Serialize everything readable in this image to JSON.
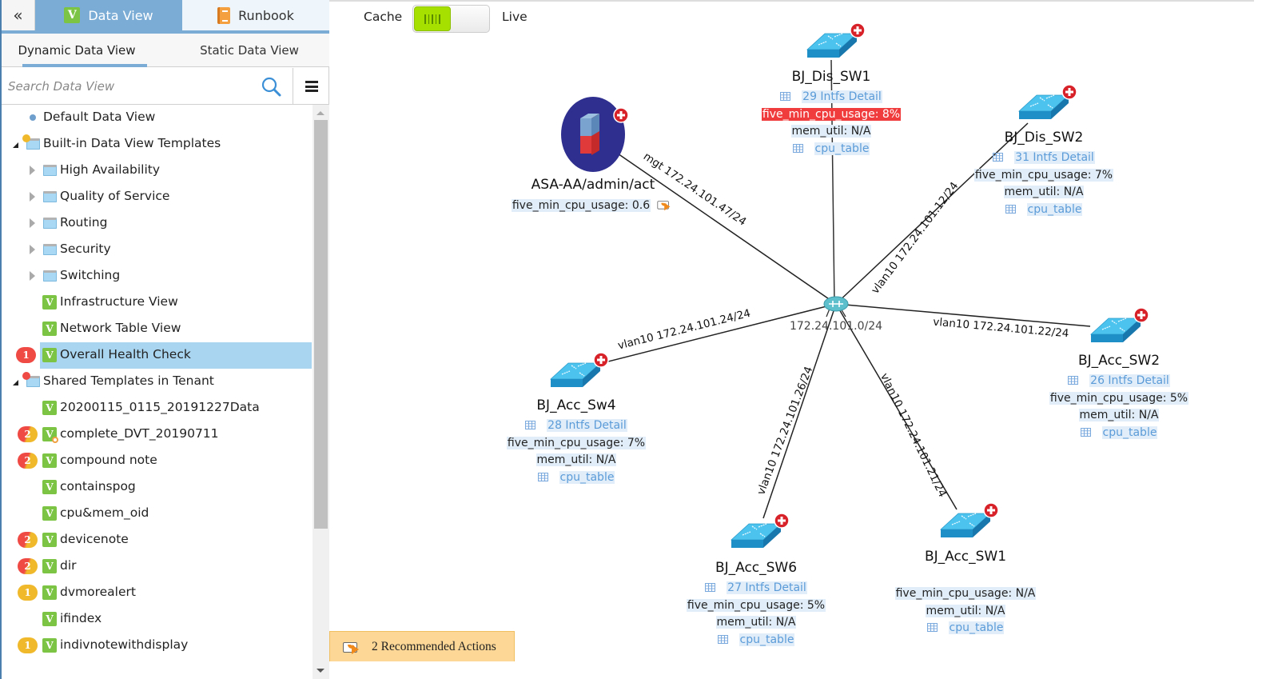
{
  "sidebar": {
    "collapse_label": "«",
    "tabs": [
      {
        "label": "Data View",
        "icon": "v-icon",
        "active": true
      },
      {
        "label": "Runbook",
        "icon": "notebook-icon",
        "active": false
      }
    ],
    "subtabs": [
      {
        "label": "Dynamic Data View",
        "active": true
      },
      {
        "label": "Static Data View",
        "active": false
      }
    ],
    "search": {
      "placeholder": "Search Data View",
      "value": ""
    },
    "tree": [
      {
        "label": "Default Data View",
        "type": "dot",
        "level": 0
      },
      {
        "label": "Built-in Data View Templates",
        "type": "folder",
        "level": 0,
        "expanded": true,
        "status_color": "#f0b92c"
      },
      {
        "label": "High Availability",
        "type": "folder",
        "level": 1,
        "expanded": false
      },
      {
        "label": "Quality of Service",
        "type": "folder",
        "level": 1,
        "expanded": false
      },
      {
        "label": "Routing",
        "type": "folder",
        "level": 1,
        "expanded": false
      },
      {
        "label": "Security",
        "type": "folder",
        "level": 1,
        "expanded": false
      },
      {
        "label": "Switching",
        "type": "folder",
        "level": 1,
        "expanded": false
      },
      {
        "label": "Infrastructure View",
        "type": "view",
        "level": 1
      },
      {
        "label": "Network Table View",
        "type": "view",
        "level": 1
      },
      {
        "label": "Overall Health Check",
        "type": "view",
        "level": 1,
        "selected": true,
        "badge": "1",
        "badge_style": "red"
      },
      {
        "label": "Shared Templates in Tenant",
        "type": "folder",
        "level": 0,
        "expanded": true,
        "status_color": "#f04a45"
      },
      {
        "label": "20200115_0115_20191227Data",
        "type": "view",
        "level": 1
      },
      {
        "label": "complete_DVT_20190711",
        "type": "view",
        "level": 1,
        "badge": "2",
        "badge_style": "mixed",
        "sub_status": true
      },
      {
        "label": "compound note",
        "type": "view",
        "level": 1,
        "badge": "2",
        "badge_style": "mixed"
      },
      {
        "label": "containspog",
        "type": "view",
        "level": 1
      },
      {
        "label": "cpu&mem_oid",
        "type": "view",
        "level": 1
      },
      {
        "label": "devicenote",
        "type": "view",
        "level": 1,
        "badge": "2",
        "badge_style": "mixed"
      },
      {
        "label": "dir",
        "type": "view",
        "level": 1,
        "badge": "2",
        "badge_style": "mixed"
      },
      {
        "label": "dvmorealert",
        "type": "view",
        "level": 1,
        "badge": "1",
        "badge_style": "yellow"
      },
      {
        "label": "ifindex",
        "type": "view",
        "level": 1
      },
      {
        "label": "indivnotewithdisplay",
        "type": "view",
        "level": 1,
        "badge": "1",
        "badge_style": "yellow"
      }
    ]
  },
  "toolbar": {
    "cache_label": "Cache",
    "live_label": "Live",
    "mode": "Cache"
  },
  "topology": {
    "hub": {
      "label": "172.24.101.0/24"
    },
    "nodes": [
      {
        "id": "asa",
        "name": "ASA-AA/admin/act",
        "type": "firewall",
        "rows": [
          {
            "text": "five_min_cpu_usage: 0.6",
            "kind": "metric",
            "action_icon": true
          }
        ]
      },
      {
        "id": "dis1",
        "name": "BJ_Dis_SW1",
        "type": "switch",
        "rows": [
          {
            "text": "29 Intfs Detail",
            "kind": "link"
          },
          {
            "text": "five_min_cpu_usage: 8%",
            "kind": "alert"
          },
          {
            "text": "mem_util: N/A",
            "kind": "metric"
          },
          {
            "text": "cpu_table",
            "kind": "link"
          }
        ]
      },
      {
        "id": "dis2",
        "name": "BJ_Dis_SW2",
        "type": "switch",
        "rows": [
          {
            "text": "31 Intfs Detail",
            "kind": "link"
          },
          {
            "text": "five_min_cpu_usage: 7%",
            "kind": "metric"
          },
          {
            "text": "mem_util: N/A",
            "kind": "metric"
          },
          {
            "text": "cpu_table",
            "kind": "link"
          }
        ]
      },
      {
        "id": "acc2",
        "name": "BJ_Acc_SW2",
        "type": "switch",
        "rows": [
          {
            "text": "26 Intfs Detail",
            "kind": "link"
          },
          {
            "text": "five_min_cpu_usage: 5%",
            "kind": "metric"
          },
          {
            "text": "mem_util: N/A",
            "kind": "metric"
          },
          {
            "text": "cpu_table",
            "kind": "link"
          }
        ]
      },
      {
        "id": "acc4",
        "name": "BJ_Acc_Sw4",
        "type": "switch",
        "rows": [
          {
            "text": "28 Intfs Detail",
            "kind": "link"
          },
          {
            "text": "five_min_cpu_usage: 7%",
            "kind": "metric"
          },
          {
            "text": "mem_util: N/A",
            "kind": "metric"
          },
          {
            "text": "cpu_table",
            "kind": "link"
          }
        ]
      },
      {
        "id": "acc6",
        "name": "BJ_Acc_SW6",
        "type": "switch",
        "rows": [
          {
            "text": "27 Intfs Detail",
            "kind": "link"
          },
          {
            "text": "five_min_cpu_usage: 5%",
            "kind": "metric"
          },
          {
            "text": "mem_util: N/A",
            "kind": "metric"
          },
          {
            "text": "cpu_table",
            "kind": "link"
          }
        ]
      },
      {
        "id": "acc1",
        "name": "BJ_Acc_SW1",
        "type": "switch",
        "rows": [
          {
            "text": "five_min_cpu_usage: N/A",
            "kind": "metric"
          },
          {
            "text": "mem_util: N/A",
            "kind": "metric"
          },
          {
            "text": "cpu_table",
            "kind": "link"
          }
        ]
      }
    ],
    "links": [
      {
        "to": "asa",
        "label": "mgt 172.24.101.47/24"
      },
      {
        "to": "dis2",
        "label": "vlan10 172.24.101.12/24"
      },
      {
        "to": "acc2",
        "label": "vlan10 172.24.101.22/24"
      },
      {
        "to": "acc4",
        "label": "vlan10 172.24.101.24/24"
      },
      {
        "to": "acc6",
        "label": "vlan10 172.24.101.26/24"
      },
      {
        "to": "acc1",
        "label": "vlan10 172.24.101.21/24"
      }
    ]
  },
  "recommended": {
    "label": "2 Recommended Actions"
  },
  "colors": {
    "accent": "#7aacd6",
    "selected": "#a9d5f0",
    "alert": "#f03c3c",
    "toggle_on": "#a6e000",
    "link": "#5b9bd8"
  }
}
